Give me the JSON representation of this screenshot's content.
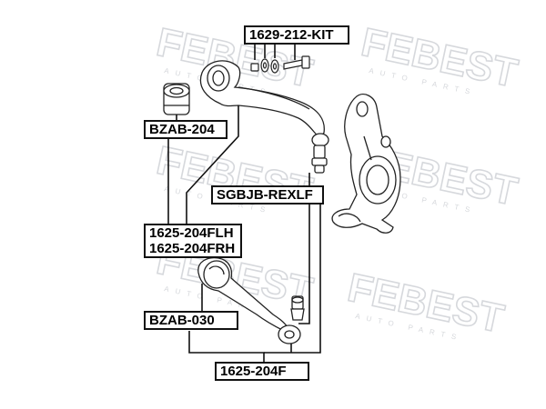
{
  "watermark": {
    "brand": "FEBEST",
    "sub": "AUTO PARTS"
  },
  "labels": {
    "kit": "1629-212-KIT",
    "bzab204": "BZAB-204",
    "sgbjb": "SGBJB-REXLF",
    "flh": "1625-204FLH",
    "frh": "1625-204FRH",
    "bzab030": "BZAB-030",
    "f204": "1625-204F"
  },
  "colors": {
    "line": "#111111",
    "watermark": "#d6d8dc"
  }
}
